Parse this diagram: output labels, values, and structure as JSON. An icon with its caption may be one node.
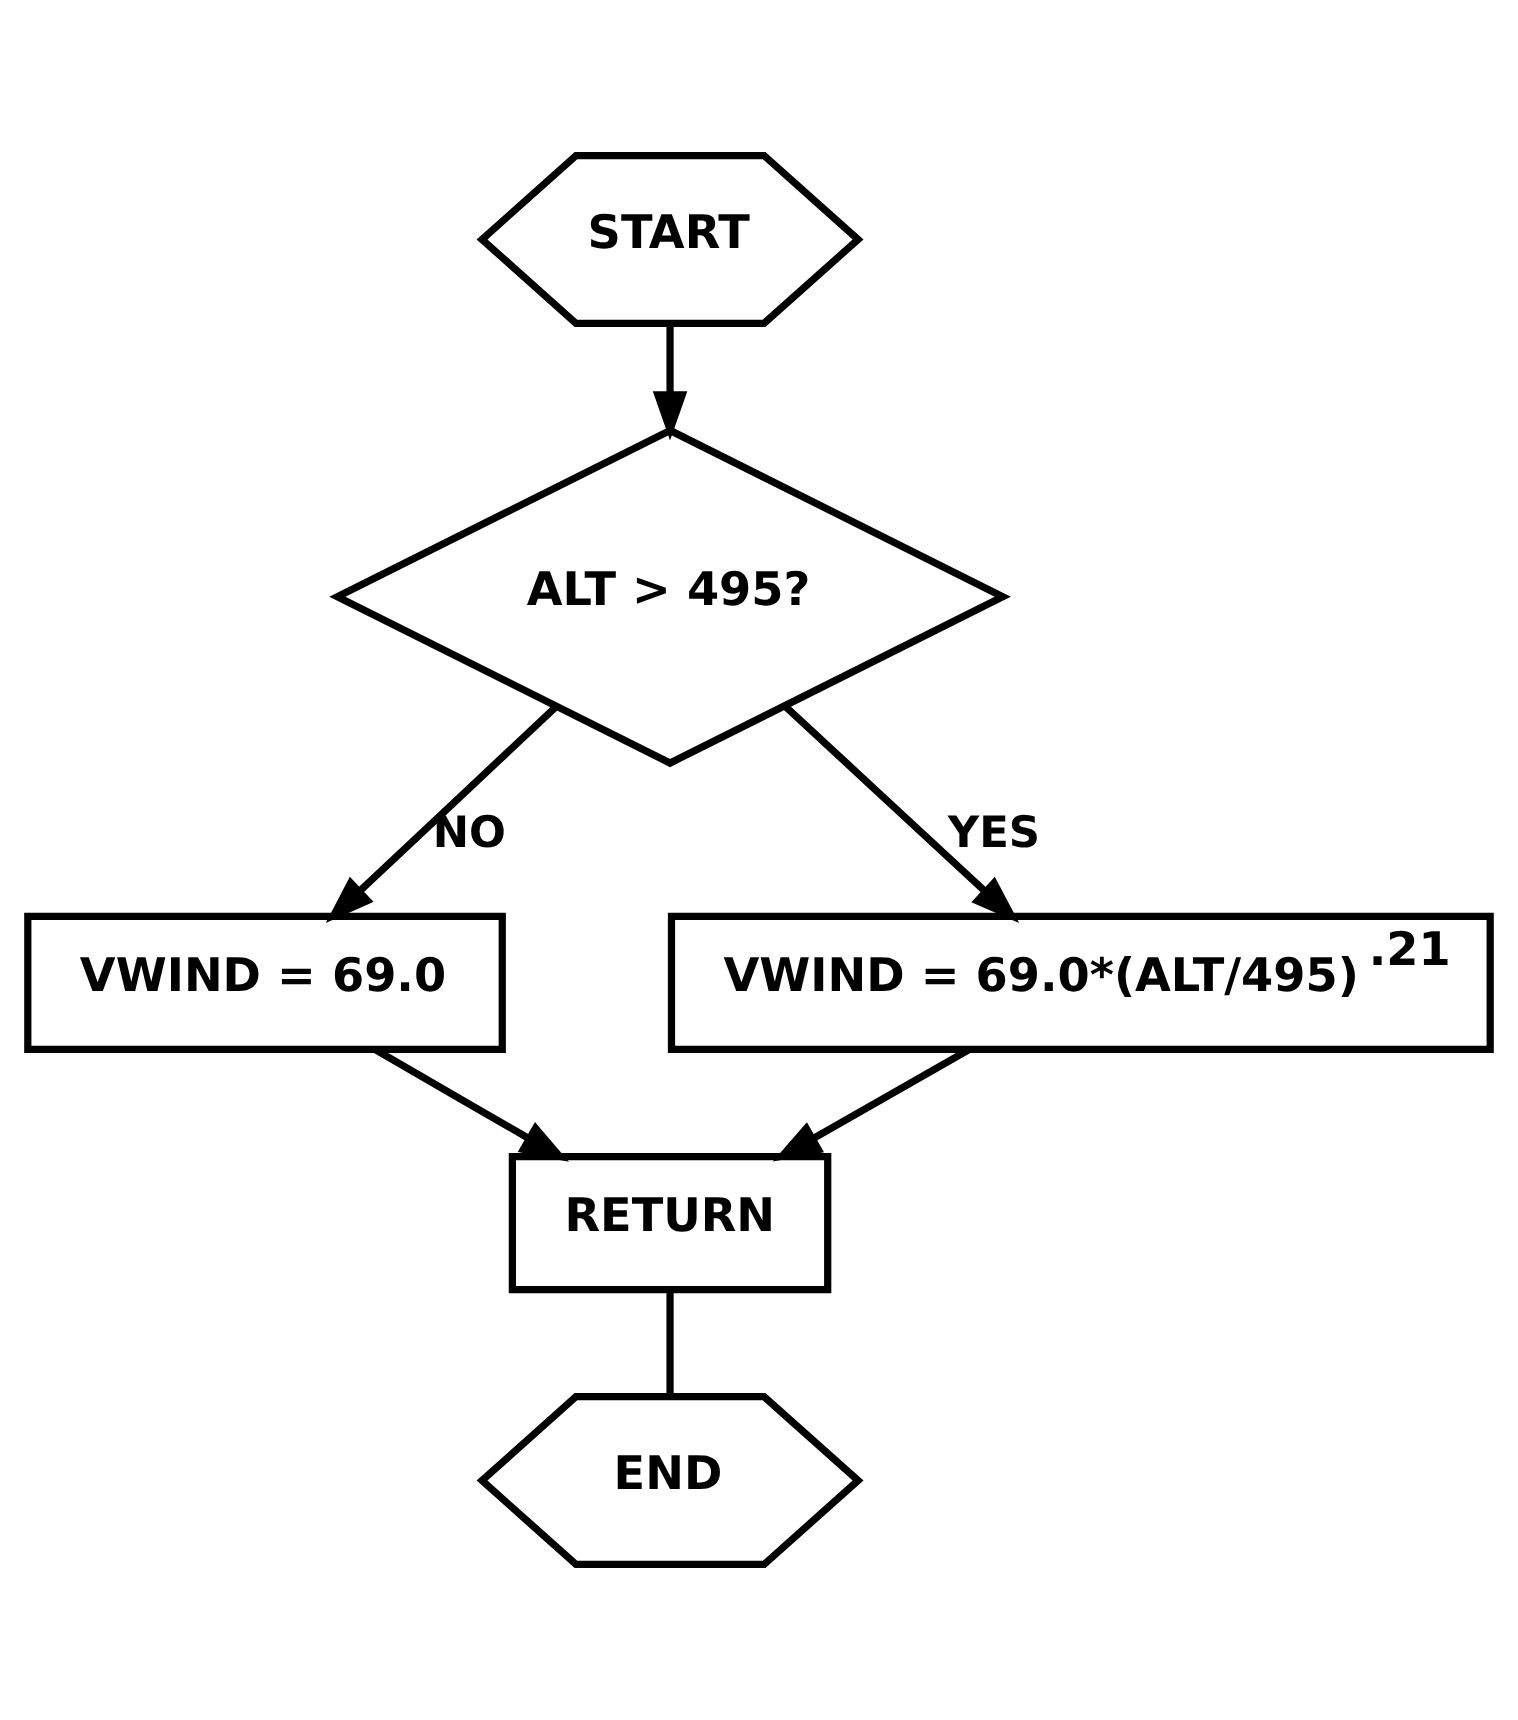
{
  "diagram": {
    "nodes": [
      {
        "text": [
          "START"
        ]
      },
      {
        "text": [
          "ALT > 495?"
        ]
      },
      {
        "text": [
          "VWIND = 69.0"
        ]
      },
      {
        "text": [
          "VWIND = 69.0*(ALT/495)$^{.21}$"
        ]
      },
      {
        "text": [
          "RETURN"
        ]
      },
      {
        "text": [
          "END"
        ]
      }
    ],
    "edges": [
      {
        "from": 0,
        "to": 1,
        "arrow": "to"
      },
      {
        "from": 1,
        "to": 2,
        "arrow": "to",
        "label": "NO"
      },
      {
        "from": 1,
        "to": 3,
        "arrow": "to",
        "label": "YES"
      },
      {
        "from": 2,
        "to": 4,
        "arrow": "to"
      },
      {
        "from": 3,
        "to": 4,
        "arrow": "to"
      },
      {
        "from": 4,
        "to": 5,
        "arrow": "none"
      }
    ]
  }
}
